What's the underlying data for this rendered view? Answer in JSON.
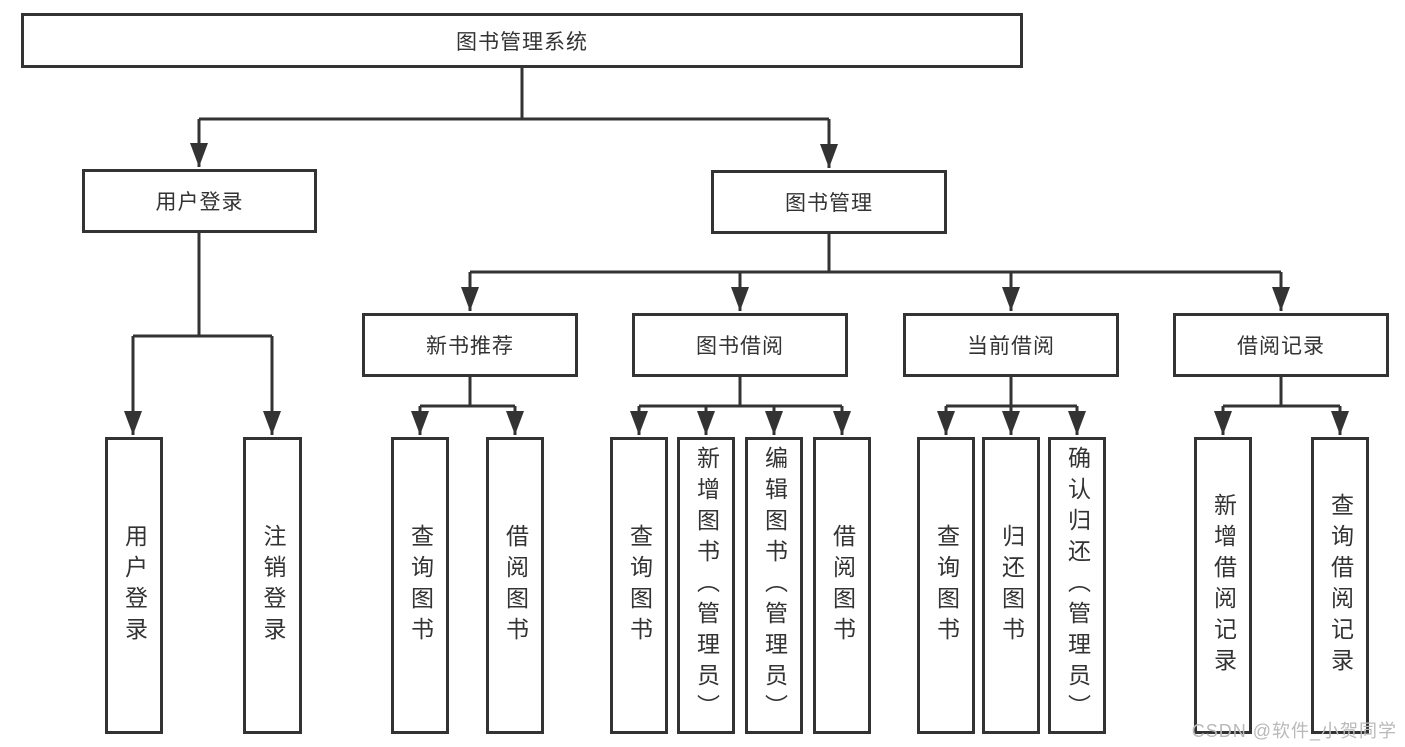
{
  "diagram": {
    "type": "tree",
    "title": "图书管理系统",
    "watermark": "CSDN @软件_小贺同学",
    "colors": {
      "line": "#333333",
      "text": "#333333",
      "box_bg": "#ffffff",
      "page_bg": "#ffffff",
      "watermark": "#b9b9b9"
    }
  },
  "tree": {
    "label": "图书管理系统",
    "children": [
      {
        "label": "用户登录",
        "children": [
          {
            "label": "用户登录"
          },
          {
            "label": "注销登录"
          }
        ]
      },
      {
        "label": "图书管理",
        "children": [
          {
            "label": "新书推荐",
            "children": [
              {
                "label": "查询图书"
              },
              {
                "label": "借阅图书"
              }
            ]
          },
          {
            "label": "图书借阅",
            "children": [
              {
                "label": "查询图书"
              },
              {
                "label": "新增图书（管理员）"
              },
              {
                "label": "编辑图书（管理员）"
              },
              {
                "label": "借阅图书"
              }
            ]
          },
          {
            "label": "当前借阅",
            "children": [
              {
                "label": "查询图书"
              },
              {
                "label": "归还图书"
              },
              {
                "label": "确认归还（管理员）"
              }
            ]
          },
          {
            "label": "借阅记录",
            "children": [
              {
                "label": "新增借阅记录"
              },
              {
                "label": "查询借阅记录"
              }
            ]
          }
        ]
      }
    ]
  }
}
